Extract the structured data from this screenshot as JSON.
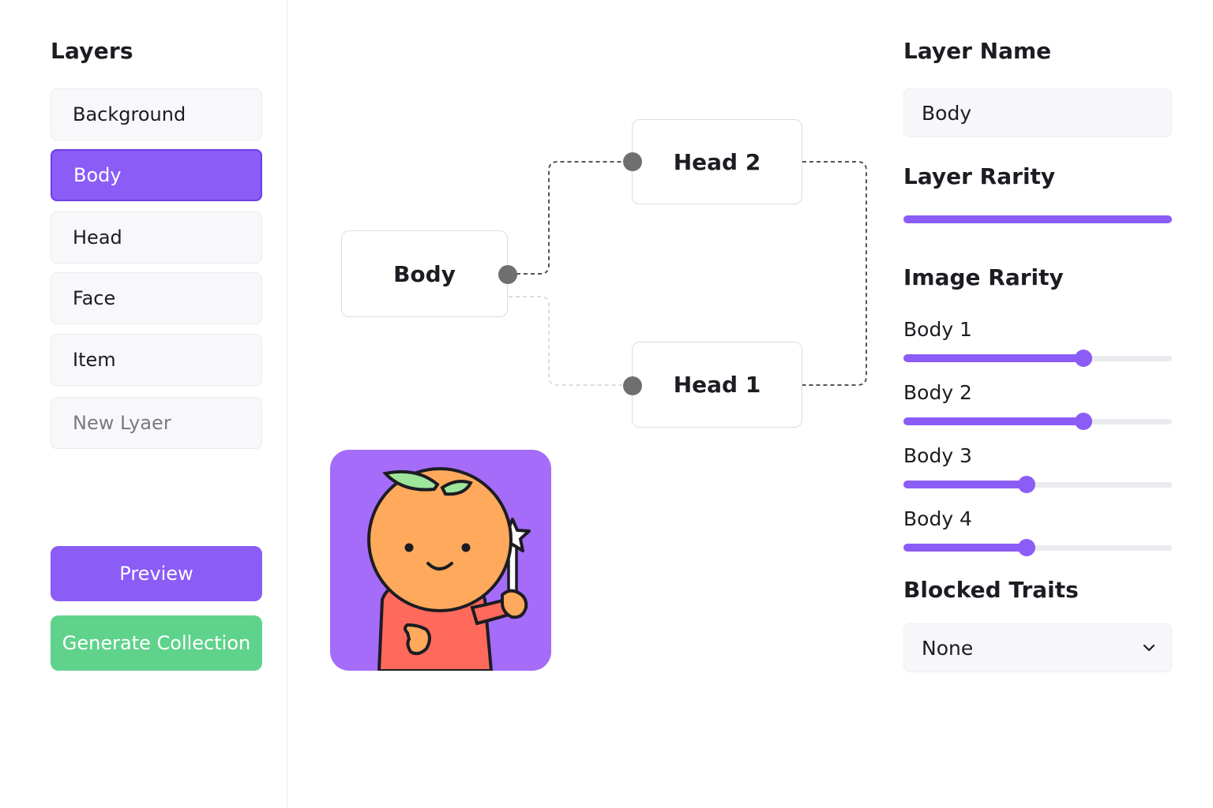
{
  "sidebar": {
    "title": "Layers",
    "items": [
      {
        "label": "Background"
      },
      {
        "label": "Body",
        "active": true
      },
      {
        "label": "Head"
      },
      {
        "label": "Face"
      },
      {
        "label": "Item"
      }
    ],
    "new_layer_value": "New Lyaer",
    "preview_label": "Preview",
    "generate_label": "Generate Collection"
  },
  "canvas": {
    "nodes": {
      "body": "Body",
      "head2": "Head 2",
      "head1": "Head 1"
    },
    "preview_image": "orange-character-with-star-wand"
  },
  "panel": {
    "layer_name_title": "Layer Name",
    "layer_name_value": "Body",
    "layer_rarity_title": "Layer Rarity",
    "layer_rarity_value": 1.0,
    "image_rarity_title": "Image Rarity",
    "image_rarity": [
      {
        "label": "Body 1",
        "value": 0.67
      },
      {
        "label": "Body 2",
        "value": 0.67
      },
      {
        "label": "Body 3",
        "value": 0.46
      },
      {
        "label": "Body 4",
        "value": 0.46
      }
    ],
    "blocked_traits_title": "Blocked Traits",
    "blocked_traits_value": "None"
  },
  "colors": {
    "accent": "#8b5cf6",
    "generate": "#5fd38b",
    "preview_bg": "#a46cf8"
  }
}
